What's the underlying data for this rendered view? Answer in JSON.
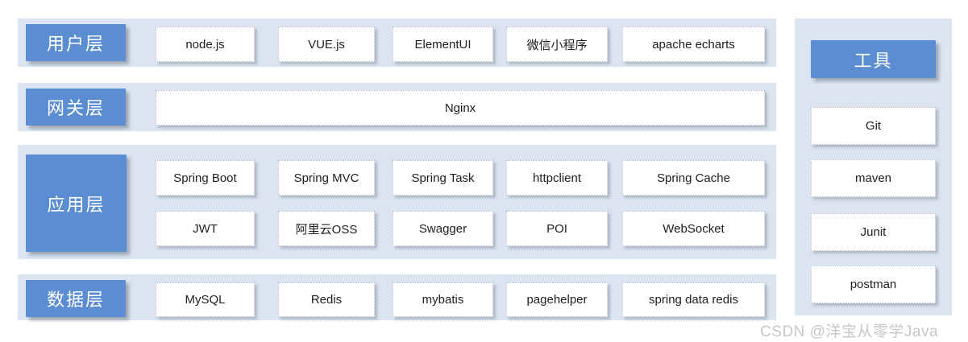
{
  "colors": {
    "accent_blue": "#5b8dd2",
    "band_background": "#dbe4f0",
    "box_background": "#ffffff",
    "box_border": "#b5bac3",
    "box_text": "#1e1e1e",
    "watermark_gray": "#c7c7c7"
  },
  "layers": [
    {
      "label": "用户层",
      "items": [
        "node.js",
        "VUE.js",
        "ElementUI",
        "微信小程序",
        "apache echarts"
      ]
    },
    {
      "label": "网关层",
      "items": [
        "Nginx"
      ]
    },
    {
      "label": "应用层",
      "row1": [
        "Spring Boot",
        "Spring MVC",
        "Spring Task",
        "httpclient",
        "Spring Cache"
      ],
      "row2": [
        "JWT",
        "阿里云OSS",
        "Swagger",
        "POI",
        "WebSocket"
      ]
    },
    {
      "label": "数据层",
      "items": [
        "MySQL",
        "Redis",
        "mybatis",
        "pagehelper",
        "spring data redis"
      ]
    }
  ],
  "tools": {
    "label": "工具",
    "items": [
      "Git",
      "maven",
      "Junit",
      "postman"
    ]
  },
  "watermark": "CSDN @洋宝从零学Java"
}
